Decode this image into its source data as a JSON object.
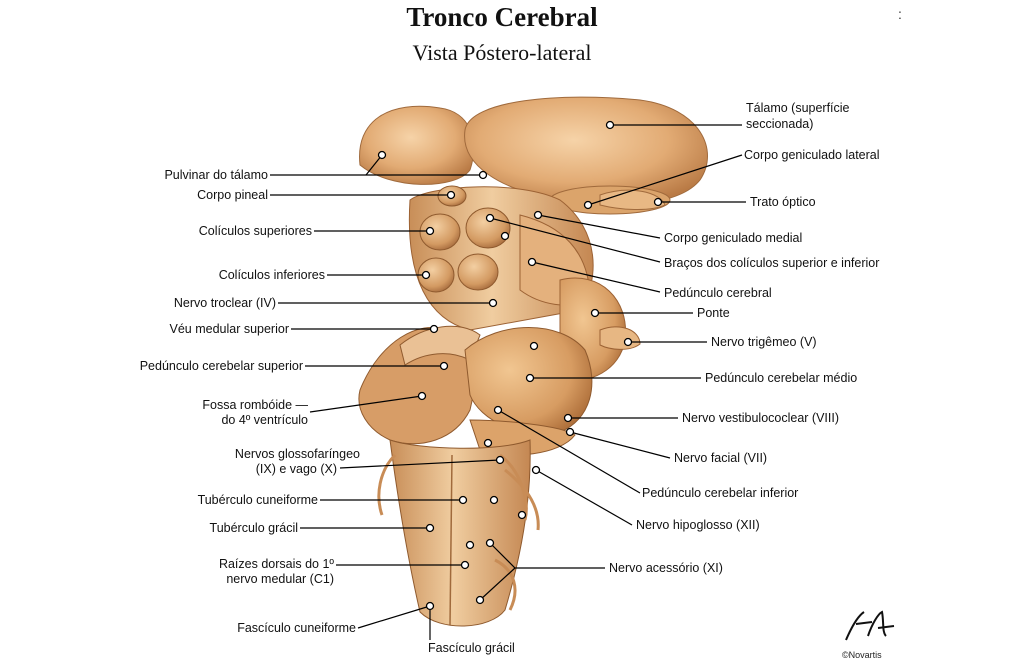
{
  "title": "Tronco Cerebral",
  "subtitle": "Vista Póstero-lateral",
  "stray_mark": ":",
  "copyright": "©Novartis",
  "signature": "F. Netter",
  "colors": {
    "tissue_light": "#f0c89a",
    "tissue_mid": "#d9a06a",
    "tissue_dark": "#a8693a",
    "leader": "#000000"
  },
  "labels_left": [
    {
      "id": "pulvinar",
      "text": "Pulvinar do tálamo"
    },
    {
      "id": "pineal",
      "text": "Corpo pineal"
    },
    {
      "id": "col-sup",
      "text": "Colículos superiores"
    },
    {
      "id": "col-inf",
      "text": "Colículos inferiores"
    },
    {
      "id": "troclear",
      "text": "Nervo troclear (IV)"
    },
    {
      "id": "veu",
      "text": "Véu medular superior"
    },
    {
      "id": "ped-cer-sup",
      "text": "Pedúnculo cerebelar superior"
    },
    {
      "id": "fossa-1",
      "text": "Fossa rombóide —"
    },
    {
      "id": "fossa-2",
      "text": "do 4º ventrículo"
    },
    {
      "id": "glosso-1",
      "text": "Nervos glossofaríngeo"
    },
    {
      "id": "glosso-2",
      "text": "(IX) e vago (X)"
    },
    {
      "id": "tub-cun",
      "text": "Tubérculo cuneiforme"
    },
    {
      "id": "tub-grac",
      "text": "Tubérculo grácil"
    },
    {
      "id": "raizes-1",
      "text": "Raízes dorsais do 1º"
    },
    {
      "id": "raizes-2",
      "text": "nervo medular (C1)"
    },
    {
      "id": "fasc-cun",
      "text": "Fascículo cuneiforme"
    },
    {
      "id": "fasc-grac",
      "text": "Fascículo grácil"
    }
  ],
  "labels_right": [
    {
      "id": "talamo-1",
      "text": "Tálamo (superfície"
    },
    {
      "id": "talamo-2",
      "text": "seccionada)"
    },
    {
      "id": "gen-lat",
      "text": "Corpo geniculado lateral"
    },
    {
      "id": "trato",
      "text": "Trato óptico"
    },
    {
      "id": "gen-med",
      "text": "Corpo geniculado medial"
    },
    {
      "id": "bracos",
      "text": "Braços dos colículos superior e inferior"
    },
    {
      "id": "ped-cerebral",
      "text": "Pedúnculo cerebral"
    },
    {
      "id": "ponte",
      "text": "Ponte"
    },
    {
      "id": "trigemeo",
      "text": "Nervo trigêmeo (V)"
    },
    {
      "id": "ped-cer-med",
      "text": "Pedúnculo cerebelar médio"
    },
    {
      "id": "vestibulo",
      "text": "Nervo vestibulococlear (VIII)"
    },
    {
      "id": "facial",
      "text": "Nervo facial (VII)"
    },
    {
      "id": "ped-cer-inf",
      "text": "Pedúnculo cerebelar inferior"
    },
    {
      "id": "hipoglosso",
      "text": "Nervo hipoglosso (XII)"
    },
    {
      "id": "acessorio",
      "text": "Nervo acessório (XI)"
    }
  ]
}
